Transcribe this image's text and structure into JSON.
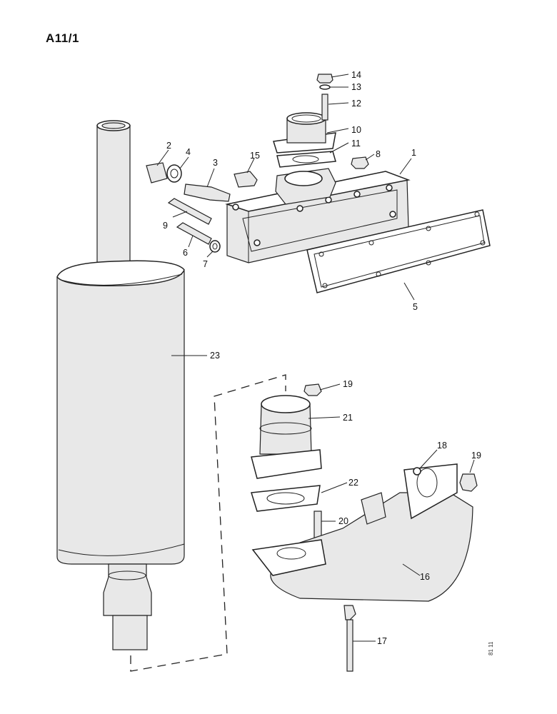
{
  "page": {
    "code": "A11/1",
    "side_code": "81 11"
  },
  "callouts": {
    "n1": "1",
    "n2": "2",
    "n3": "3",
    "n4": "4",
    "n5": "5",
    "n6": "6",
    "n7": "7",
    "n8": "8",
    "n9": "9",
    "n10": "10",
    "n11": "11",
    "n12": "12",
    "n13": "13",
    "n14": "14",
    "n15": "15",
    "n16": "16",
    "n17": "17",
    "n18": "18",
    "n19a": "19",
    "n19b": "19",
    "n20": "20",
    "n21": "21",
    "n22": "22",
    "n23": "23"
  }
}
